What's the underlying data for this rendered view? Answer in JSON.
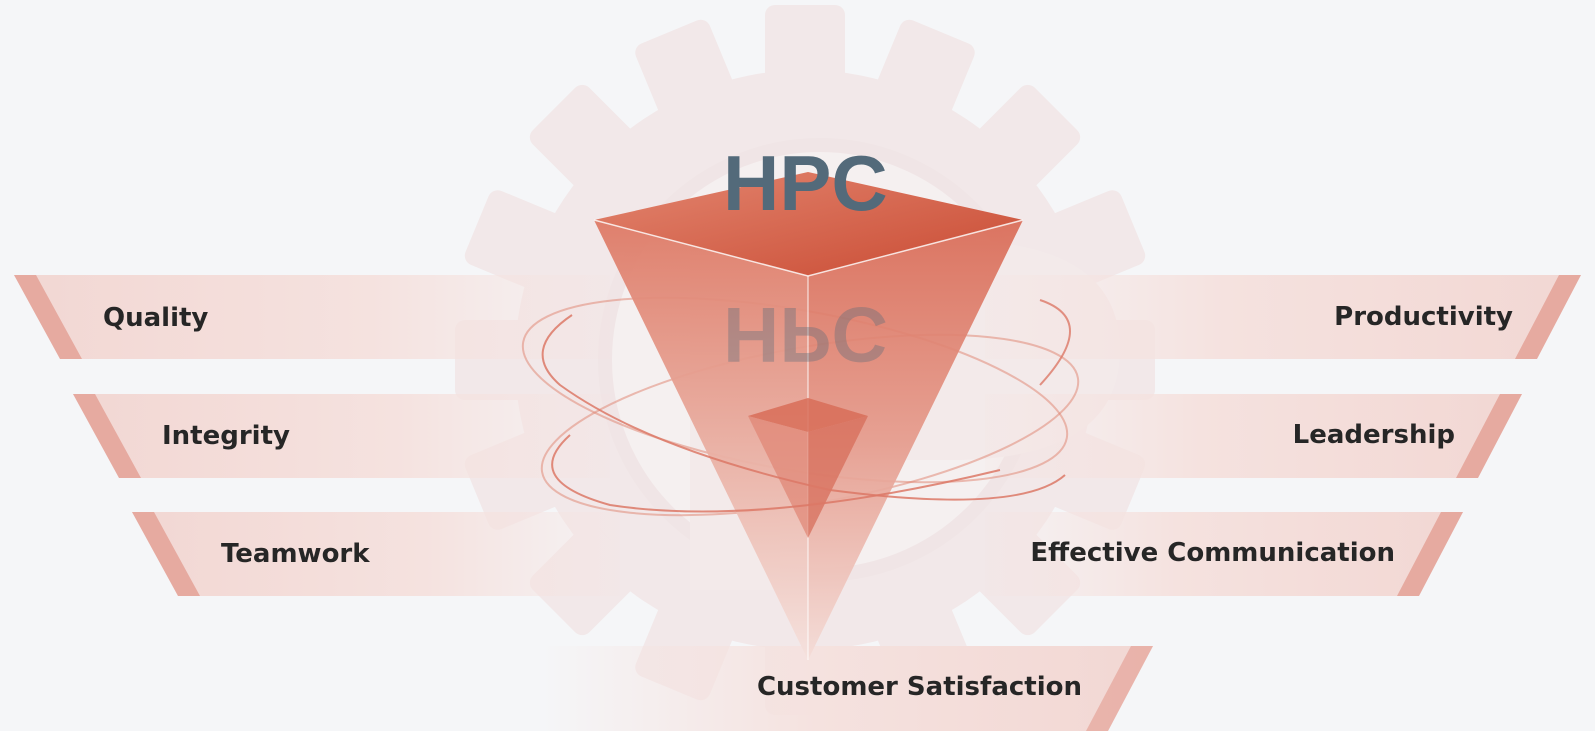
{
  "diagram": {
    "title": "HPC",
    "left_values": [
      "Quality",
      "Integrity",
      "Teamwork"
    ],
    "right_values": [
      "Productivity",
      "Leadership",
      "Effective Communication"
    ],
    "bottom_value": "Customer Satisfaction"
  },
  "colors": {
    "background": "#f5f6f8",
    "band_fill": "#f3dcd8",
    "band_edge": "#e3a79d",
    "pyramid_main": "#d9654f",
    "pyramid_dark": "#c8452c",
    "ring_stroke": "#e08a79",
    "title_text": "#536a7a",
    "gear": "#f0e3e3"
  },
  "icons": {
    "background": "gear-icon"
  }
}
